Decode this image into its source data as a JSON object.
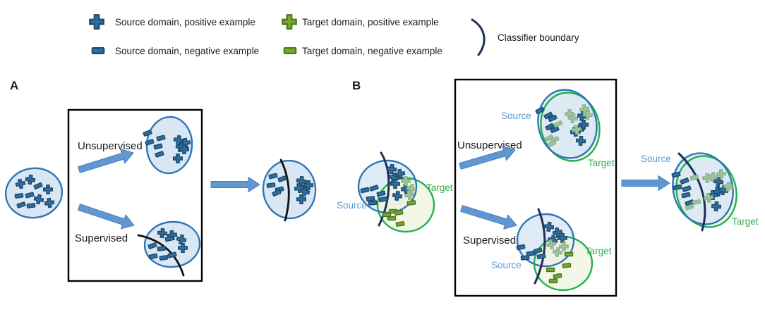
{
  "colors": {
    "source_fill": "#2e6da4",
    "source_stroke": "#1c4966",
    "target_fill": "#76a62f",
    "target_stroke": "#4c7420",
    "target_pale_fill": "#9ec09b",
    "target_pale_stroke": "#86ad82",
    "ellipse_blue_fill": "#d9e7f5",
    "ellipse_blue_stroke": "#2e75b6",
    "ellipse_green_fill": "#eff5e1",
    "ellipse_green_stroke": "#22b14c",
    "arrow_fill": "#6097d1",
    "arrow_stroke": "#4a7ebb",
    "boundary_navy": "#1f3057",
    "boundary_black": "#111111",
    "source_label": "#5b9bd5",
    "target_label": "#2fb050"
  },
  "legend": {
    "source_positive": "Source domain, positive example",
    "target_positive": "Target domain, positive example",
    "source_negative": "Source domain, negative example",
    "target_negative": "Target domain, negative example",
    "classifier": "Classifier boundary"
  },
  "panels": {
    "a": "A",
    "b": "B"
  },
  "labels": {
    "unsupervised": "Unsupervised",
    "supervised": "Supervised",
    "source": "Source",
    "target": "Target"
  },
  "markers": {
    "groups": [
      {
        "id": "a-start-plus",
        "type": "plus",
        "color": "source",
        "points": [
          [
            29,
            261,
            -12
          ],
          [
            43,
            255,
            8
          ],
          [
            68,
            269,
            0
          ],
          [
            55,
            283,
            12
          ],
          [
            70,
            288,
            -8
          ]
        ]
      },
      {
        "id": "a-start-dash",
        "type": "dash",
        "color": "source",
        "points": [
          [
            54,
            264,
            -22
          ],
          [
            27,
            278,
            -8
          ],
          [
            42,
            277,
            -14
          ],
          [
            30,
            291,
            -18
          ],
          [
            44,
            292,
            -8
          ]
        ]
      },
      {
        "id": "a-unsup-dash",
        "type": "dash",
        "color": "source",
        "points": [
          [
            209,
            189,
            -20
          ],
          [
            228,
            196,
            -14
          ],
          [
            212,
            202,
            -18
          ],
          [
            224,
            208,
            -14
          ],
          [
            226,
            219,
            -18
          ]
        ]
      },
      {
        "id": "a-unsup-plus",
        "type": "plus",
        "color": "source",
        "points": [
          [
            253,
            199,
            10
          ],
          [
            263,
            203,
            -8
          ],
          [
            256,
            209,
            14
          ],
          [
            261,
            212,
            0
          ],
          [
            252,
            225,
            0
          ]
        ]
      },
      {
        "id": "a-sup-plus",
        "type": "plus",
        "color": "source",
        "points": [
          [
            230,
            331,
            6
          ],
          [
            244,
            334,
            -8
          ],
          [
            257,
            340,
            12
          ],
          [
            259,
            352,
            0
          ]
        ]
      },
      {
        "id": "a-sup-dash",
        "type": "dash",
        "color": "source",
        "points": [
          [
            240,
            339,
            -14
          ],
          [
            216,
            349,
            -20
          ],
          [
            229,
            353,
            -8
          ],
          [
            217,
            364,
            -14
          ],
          [
            232,
            366,
            -8
          ],
          [
            244,
            362,
            -16
          ]
        ]
      },
      {
        "id": "a-result-dash",
        "type": "dash",
        "color": "source",
        "points": [
          [
            387,
            250,
            -14
          ],
          [
            400,
            254,
            -20
          ],
          [
            384,
            263,
            -8
          ],
          [
            396,
            269,
            -14
          ],
          [
            392,
            274,
            -22
          ]
        ]
      },
      {
        "id": "a-result-plus",
        "type": "plus",
        "color": "source",
        "points": [
          [
            427,
            257,
            8
          ],
          [
            437,
            263,
            0
          ],
          [
            424,
            267,
            -10
          ],
          [
            432,
            272,
            14
          ],
          [
            427,
            283,
            0
          ]
        ]
      },
      {
        "id": "b-pre-src-plus",
        "type": "plus",
        "color": "source",
        "points": [
          [
            555,
            240,
            8
          ],
          [
            567,
            247,
            -10
          ],
          [
            558,
            252,
            12
          ],
          [
            560,
            261,
            0
          ],
          [
            575,
            268,
            -8
          ],
          [
            563,
            278,
            10
          ]
        ]
      },
      {
        "id": "b-pre-tgt-pale-plus",
        "type": "plus",
        "color": "target_pale",
        "points": [
          [
            575,
            257,
            0
          ],
          [
            583,
            268,
            10
          ],
          [
            580,
            277,
            -8
          ]
        ]
      },
      {
        "id": "b-pre-src-dash",
        "type": "dash",
        "color": "source",
        "points": [
          [
            517,
            270,
            -12
          ],
          [
            530,
            267,
            -18
          ],
          [
            525,
            282,
            -8
          ],
          [
            540,
            275,
            -15
          ],
          [
            528,
            288,
            -5
          ],
          [
            543,
            283,
            -12
          ]
        ]
      },
      {
        "id": "b-pre-tgt-dash",
        "type": "dash",
        "color": "target",
        "points": [
          [
            583,
            288,
            -8
          ],
          [
            557,
            300,
            0
          ],
          [
            565,
            302,
            -10
          ],
          [
            555,
            310,
            0
          ],
          [
            567,
            318,
            -8
          ],
          [
            548,
            305,
            5
          ]
        ]
      },
      {
        "id": "b-unsup-src-dash",
        "type": "dash",
        "color": "source",
        "points": [
          [
            765,
            157,
            -25
          ],
          [
            777,
            164,
            -28
          ],
          [
            783,
            168,
            -25
          ],
          [
            779,
            180,
            -28
          ],
          [
            786,
            184,
            -22
          ]
        ]
      },
      {
        "id": "b-unsup-tgt-pale-dash",
        "type": "dash",
        "color": "target_pale",
        "points": [
          [
            791,
            176,
            -25
          ],
          [
            778,
            196,
            -28
          ],
          [
            786,
            198,
            -20
          ],
          [
            782,
            204,
            -25
          ]
        ]
      },
      {
        "id": "b-unsup-src-plus",
        "type": "plus",
        "color": "source",
        "points": [
          [
            825,
            165,
            10
          ],
          [
            827,
            177,
            0
          ],
          [
            821,
            183,
            12
          ],
          [
            815,
            187,
            -8
          ],
          [
            823,
            200,
            5
          ]
        ]
      },
      {
        "id": "b-unsup-tgt-pale-plus",
        "type": "plus",
        "color": "target_pale",
        "points": [
          [
            807,
            162,
            0
          ],
          [
            812,
            168,
            10
          ],
          [
            828,
            155,
            -8
          ],
          [
            833,
            163,
            5
          ],
          [
            817,
            184,
            -10
          ]
        ]
      },
      {
        "id": "b-sup-src-dash",
        "type": "dash",
        "color": "source",
        "points": [
          [
            738,
            351,
            -12
          ],
          [
            752,
            360,
            -8
          ],
          [
            762,
            356,
            -15
          ],
          [
            767,
            364,
            -10
          ],
          [
            744,
            366,
            -5
          ]
        ]
      },
      {
        "id": "b-sup-src-plus",
        "type": "plus",
        "color": "source",
        "points": [
          [
            778,
            322,
            8
          ],
          [
            790,
            330,
            -10
          ],
          [
            797,
            338,
            0
          ],
          [
            783,
            341,
            12
          ]
        ]
      },
      {
        "id": "b-sup-tgt-pale-plus",
        "type": "plus",
        "color": "target_pale",
        "points": [
          [
            799,
            350,
            0
          ],
          [
            790,
            358,
            10
          ],
          [
            781,
            347,
            -12
          ]
        ]
      },
      {
        "id": "b-sup-tgt-dash",
        "type": "dash",
        "color": "target",
        "points": [
          [
            806,
            361,
            0
          ],
          [
            803,
            377,
            -8
          ],
          [
            780,
            383,
            0
          ],
          [
            790,
            392,
            -10
          ],
          [
            784,
            399,
            0
          ]
        ]
      },
      {
        "id": "b-result-src-dash",
        "type": "dash",
        "color": "source",
        "points": [
          [
            958,
            248,
            -15
          ],
          [
            970,
            257,
            -20
          ],
          [
            960,
            266,
            -10
          ],
          [
            973,
            268,
            -18
          ],
          [
            972,
            277,
            -12
          ],
          [
            977,
            288,
            -20
          ]
        ]
      },
      {
        "id": "b-result-tgt-pale-dash",
        "type": "dash",
        "color": "target_pale",
        "points": [
          [
            984,
            252,
            -15
          ],
          [
            987,
            287,
            -12
          ],
          [
            977,
            294,
            -18
          ]
        ]
      },
      {
        "id": "b-result-src-plus",
        "type": "plus",
        "color": "source",
        "points": [
          [
            1018,
            258,
            8
          ],
          [
            1017,
            272,
            -8
          ],
          [
            1025,
            270,
            12
          ],
          [
            1010,
            277,
            0
          ],
          [
            1015,
            293,
            5
          ]
        ]
      },
      {
        "id": "b-result-tgt-pale-plus",
        "type": "plus",
        "color": "target_pale",
        "points": [
          [
            1002,
            253,
            0
          ],
          [
            1010,
            251,
            10
          ],
          [
            1022,
            247,
            -5
          ],
          [
            1032,
            265,
            8
          ],
          [
            1004,
            281,
            -10
          ]
        ]
      }
    ]
  }
}
